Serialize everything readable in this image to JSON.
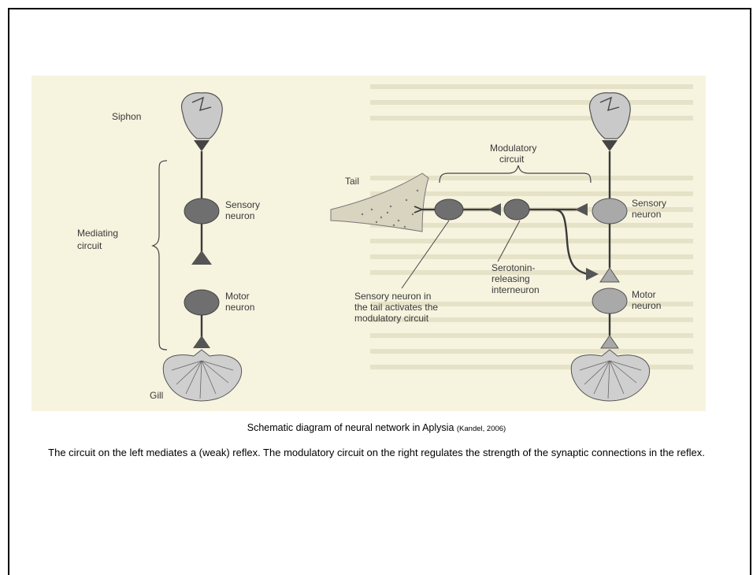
{
  "figure": {
    "labels": {
      "siphon": "Siphon",
      "mediating_line1": "Mediating",
      "mediating_line2": "circuit",
      "sensory_left_line1": "Sensory",
      "sensory_left_line2": "neuron",
      "motor_left_line1": "Motor",
      "motor_left_line2": "neuron",
      "gill": "Gill",
      "modulatory_line1": "Modulatory",
      "modulatory_line2": "circuit",
      "tail": "Tail",
      "serotonin_line1": "Serotonin-",
      "serotonin_line2": "releasing",
      "serotonin_line3": "interneuron",
      "tail_sensory_line1": "Sensory neuron in",
      "tail_sensory_line2": "the tail activates the",
      "tail_sensory_line3": "modulatory circuit",
      "sensory_right_line1": "Sensory",
      "sensory_right_line2": "neuron",
      "motor_right_line1": "Motor",
      "motor_right_line2": "neuron"
    },
    "colors": {
      "left_neuron": "#6f6f6f",
      "right_neuron": "#a9a9a9",
      "line": "#3a3a3a",
      "paper": "#f6f3df"
    }
  },
  "caption": {
    "title": "Schematic diagram of neural network in Aplysia",
    "citation": "(Kandel, 2006)",
    "body": "The circuit on the left mediates a (weak) reflex.  The modulatory circuit on the right regulates the strength of the synaptic connections in the reflex."
  }
}
